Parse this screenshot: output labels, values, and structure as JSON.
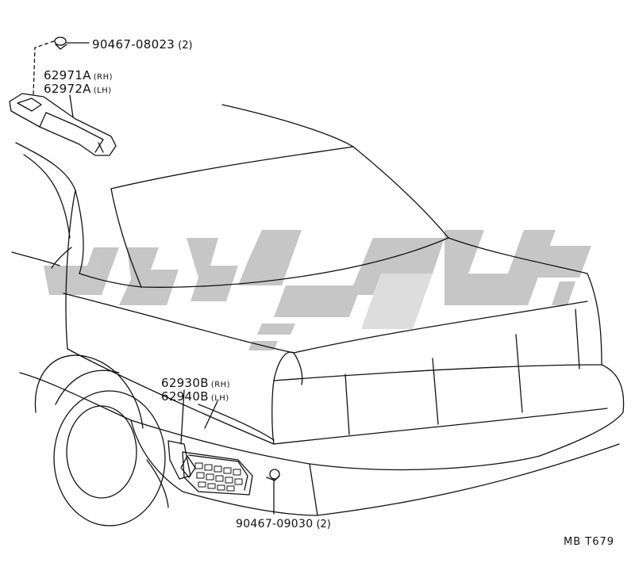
{
  "parts": {
    "clip_upper": {
      "number": "90467-08023",
      "qty": "(2)"
    },
    "garnish_rh": {
      "number": "62971A",
      "side": "(RH)"
    },
    "garnish_lh": {
      "number": "62972A",
      "side": "(LH)"
    },
    "vent_rh": {
      "number": "62930B",
      "side": "(RH)"
    },
    "vent_lh": {
      "number": "62940B",
      "side": "(LH)"
    },
    "clip_lower": {
      "number": "90467-09030",
      "qty": "(2)"
    }
  },
  "reference": {
    "code": "MB  T679"
  },
  "watermark": {
    "color": "#b8b8b8"
  },
  "line_color": "#111111"
}
